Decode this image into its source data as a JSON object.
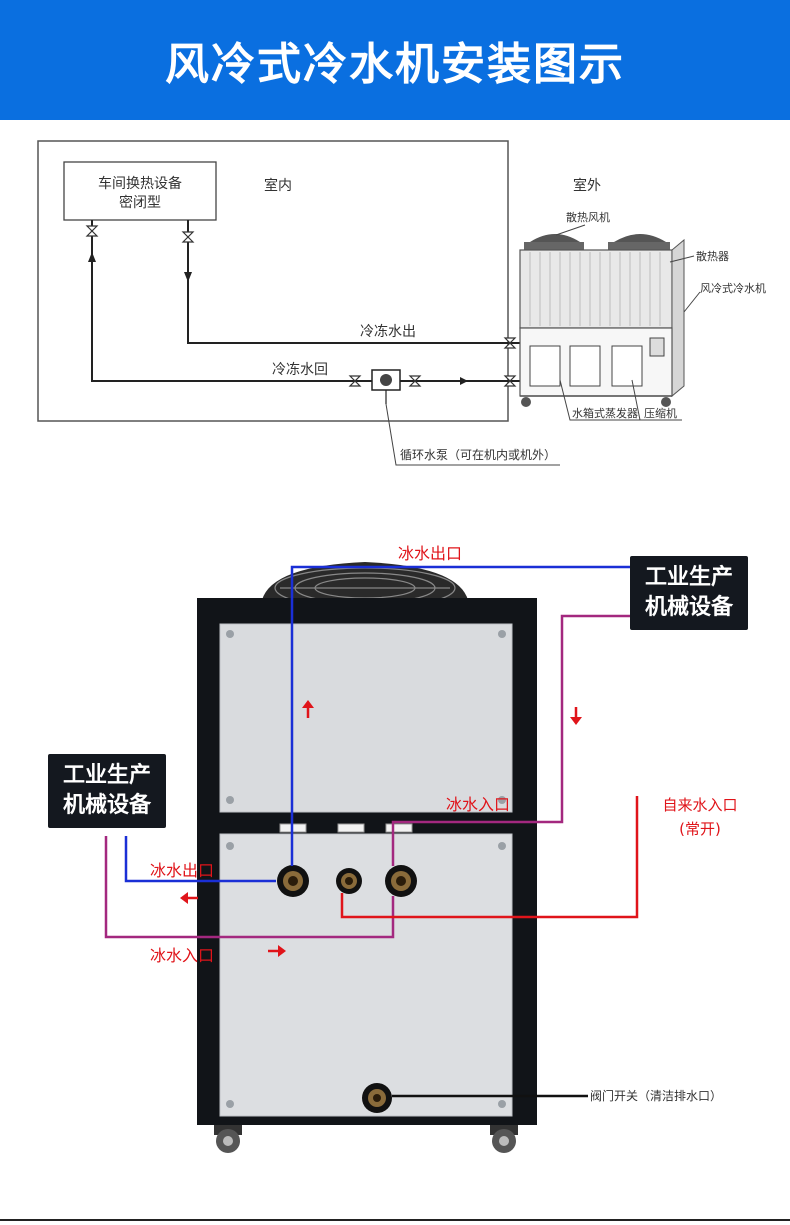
{
  "title": "风冷式冷水机安装图示",
  "top_diagram": {
    "indoor_device_line1": "车间换热设备",
    "indoor_device_line2": "密闭型",
    "indoor_label": "室内",
    "outdoor_label": "室外",
    "fan_label": "散热风机",
    "radiator_label": "散热器",
    "chiller_label": "风冷式冷水机",
    "chilled_out_label": "冷冻水出",
    "chilled_return_label": "冷冻水回",
    "tank_label": "水箱式蒸发器",
    "compressor_label": "压缩机",
    "pump_label": "循环水泵（可在机内或机外）"
  },
  "bottom_diagram": {
    "ice_out_top": "冰水出口",
    "equipment_right_line1": "工业生产",
    "equipment_right_line2": "机械设备",
    "equipment_left_line1": "工业生产",
    "equipment_left_line2": "机械设备",
    "ice_in_upper": "冰水入口",
    "tap_water_in": "自来水入口",
    "tap_water_note": "(常开)",
    "ice_out_left": "冰水出口",
    "ice_in_lower": "冰水入口",
    "valve_label": "阀门开关（清洁排水口）"
  },
  "colors": {
    "banner": "#0a6fe0",
    "blue_line": "#1a2fd6",
    "purple_line": "#a3287f",
    "red_line": "#e0141a"
  }
}
